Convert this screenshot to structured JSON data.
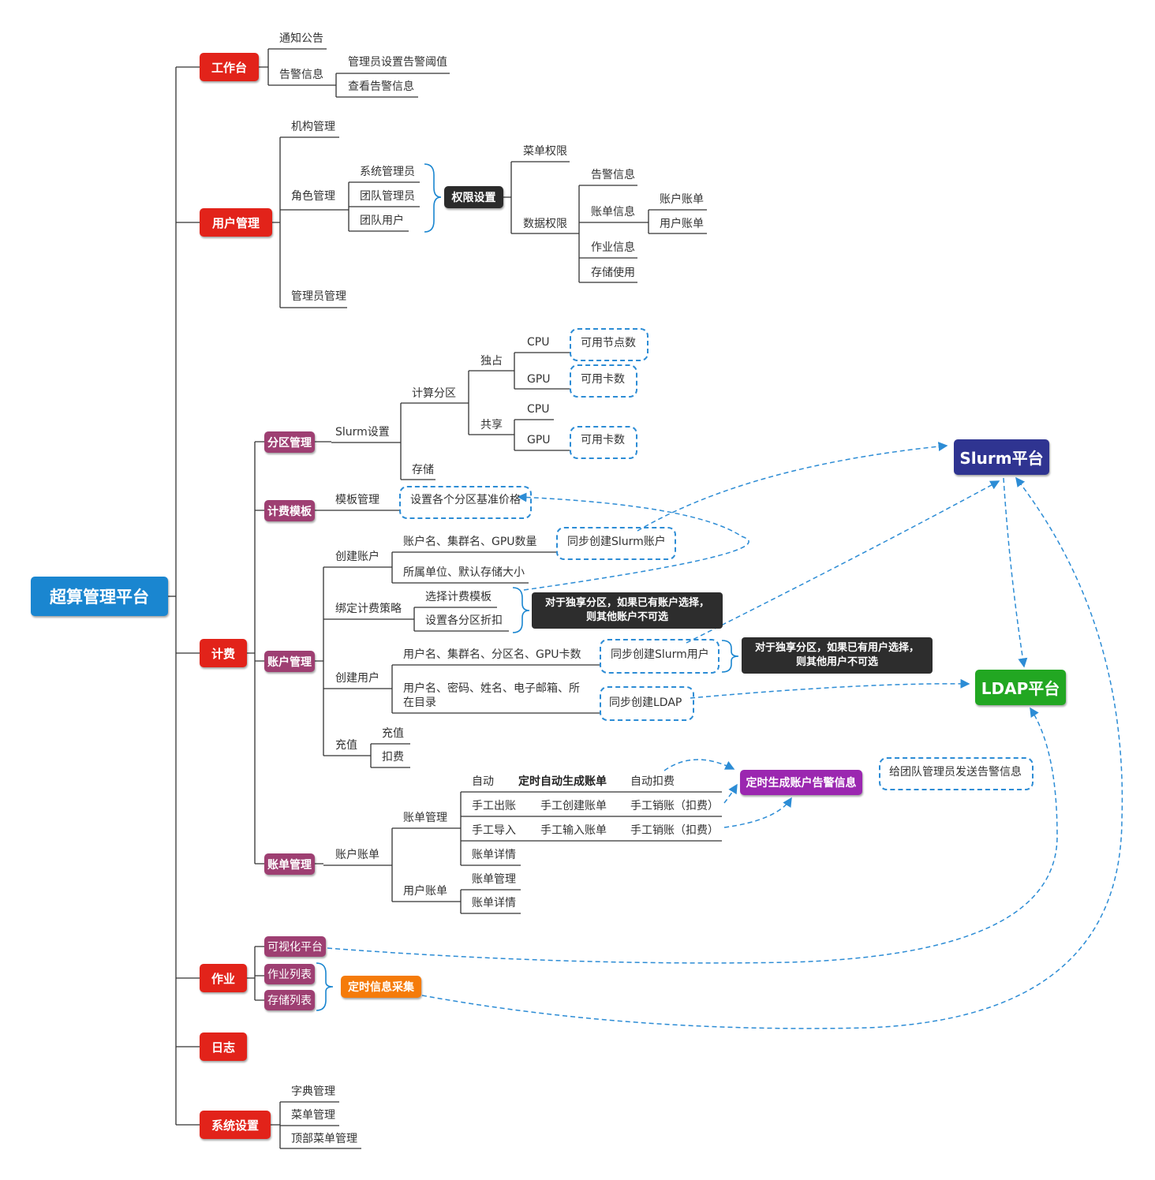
{
  "root": "超算管理平台",
  "workbench": {
    "title": "工作台",
    "notice": "通知公告",
    "alert": "告警信息",
    "alert_threshold": "管理员设置告警阈值",
    "alert_view": "查看告警信息"
  },
  "user_mgmt": {
    "title": "用户管理",
    "org": "机构管理",
    "role": "角色管理",
    "sys_admin": "系统管理员",
    "team_admin": "团队管理员",
    "team_user": "团队用户",
    "perm": "权限设置",
    "menu_perm": "菜单权限",
    "data_perm": "数据权限",
    "alert_info": "告警信息",
    "bill_info": "账单信息",
    "account_bill": "账户账单",
    "user_bill": "用户账单",
    "job_info": "作业信息",
    "storage_use": "存储使用",
    "admin_mgmt": "管理员管理"
  },
  "billing": {
    "title": "计费",
    "partition": {
      "title": "分区管理",
      "slurm_settings": "Slurm设置",
      "compute_partition": "计算分区",
      "exclusive": "独占",
      "shared": "共享",
      "cpu": "CPU",
      "gpu": "GPU",
      "avail_nodes": "可用节点数",
      "avail_cards": "可用卡数",
      "storage": "存储"
    },
    "template": {
      "title": "计费模板",
      "mgmt": "模板管理",
      "base_price": "设置各个分区基准价格"
    },
    "account": {
      "title": "账户管理",
      "create_account": "创建账户",
      "acct_fields": "账户名、集群名、GPU数量",
      "sync_slurm_account": "同步创建Slurm账户",
      "unit_storage": "所属单位、默认存储大小",
      "bind_policy": "绑定计费策略",
      "choose_template": "选择计费模板",
      "set_discount": "设置各分区折扣",
      "note1": [
        "对于独享分区，如果已有账户选择，",
        "则其他账户不可选"
      ],
      "create_user": "创建用户",
      "user_fields": "用户名、集群名、分区名、GPU卡数",
      "sync_slurm_user": "同步创建Slurm用户",
      "note2": [
        "对于独享分区，如果已有用户选择，",
        "则其他用户不可选"
      ],
      "user_profile": "用户名、密码、姓名、电子邮箱、所在目录",
      "sync_ldap": "同步创建LDAP",
      "recharge": "充值",
      "recharge_item": "充值",
      "deduct": "扣费"
    },
    "bill": {
      "title": "账单管理",
      "account_bill": "账户账单",
      "bill_mgmt": "账单管理",
      "auto": "自动",
      "auto_gen": "定时自动生成账单",
      "auto_deduct": "自动扣费",
      "manual_issue": "手工出账",
      "manual_create": "手工创建账单",
      "manual_writeoff1": "手工销账（扣费）",
      "manual_import": "手工导入",
      "manual_input": "手工输入账单",
      "manual_writeoff2": "手工销账（扣费）",
      "bill_detail": "账单详情",
      "user_bill": "用户账单",
      "ub_mgmt": "账单管理",
      "ub_detail": "账单详情",
      "alert_gen": "定时生成账户告警信息",
      "send_alert": "给团队管理员发送告警信息"
    }
  },
  "job": {
    "title": "作业",
    "visual": "可视化平台",
    "job_list": "作业列表",
    "storage_list": "存储列表",
    "collect": "定时信息采集"
  },
  "log": {
    "title": "日志"
  },
  "system": {
    "title": "系统设置",
    "dict": "字典管理",
    "menu": "菜单管理",
    "top_menu": "顶部菜单管理"
  },
  "slurm_platform": "Slurm平台",
  "ldap_platform": "LDAP平台",
  "colors": {
    "root": "#1a86d0",
    "level1": "#e2231a",
    "level2": "#9e3f72",
    "dark": "#2b2b2b",
    "slurm": "#2f3491",
    "ldap": "#22a722",
    "alert_gen": "#9b27b0",
    "collect": "#f57b0a",
    "dashed": "#2c8cd5"
  }
}
